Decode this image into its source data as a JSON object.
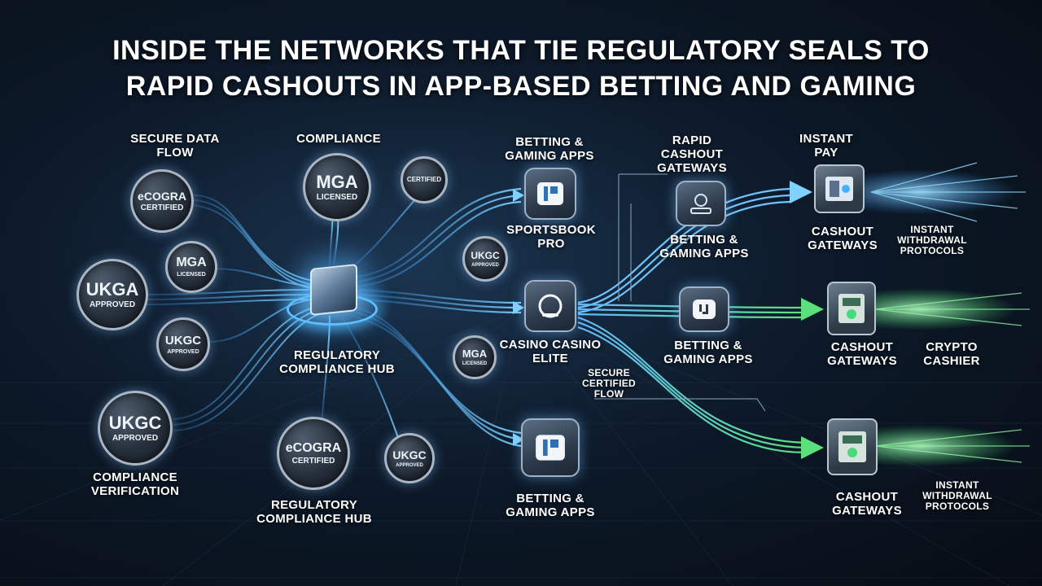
{
  "title": {
    "line1": "INSIDE THE NETWORKS THAT TIE REGULATORY SEALS TO",
    "line2": "RAPID CASHOUTS IN APP-BASED BETTING AND GAMING"
  },
  "colors": {
    "flow_blue": "#4fb8ff",
    "flow_green": "#58e07a",
    "seal_ring": "#aab6c3",
    "background": "#0d1a2a"
  },
  "seals": [
    {
      "id": "ecogra1",
      "big": "eCOGRA",
      "small": "CERTIFIED"
    },
    {
      "id": "mga1",
      "big": "MGA",
      "small": "LICENSED"
    },
    {
      "id": "certified",
      "big": "CERTIFIED",
      "small": ""
    },
    {
      "id": "mga2",
      "big": "MGA",
      "small": "LICENSED"
    },
    {
      "id": "ukga",
      "big": "UKGA",
      "small": "APPROVED"
    },
    {
      "id": "ukgc1",
      "big": "UKGC",
      "small": "APPROVED"
    },
    {
      "id": "ukgc2",
      "big": "UKGC",
      "small": "APPROVED"
    },
    {
      "id": "ukgc3",
      "big": "UKGC",
      "small": "APPROVED"
    },
    {
      "id": "mga3",
      "big": "MGA",
      "small": "LICENSED"
    },
    {
      "id": "ecogra2",
      "big": "eCOGRA",
      "small": "CERTIFIED"
    },
    {
      "id": "ukgc4",
      "big": "UKGC",
      "small": "APPROVED"
    }
  ],
  "labels": {
    "secure_data_flow": "SECURE DATA FLOW",
    "compliance": "COMPLIANCE",
    "compliance_verification": "COMPLIANCE VERIFICATION",
    "hub_center": "REGULATORY COMPLIANCE HUB",
    "hub_bottom": "REGULATORY COMPLIANCE HUB",
    "apps_top": "BETTING & GAMING APPS",
    "sportsbook": "SPORTSBOOK PRO",
    "casino": "CASINO CASINO ELITE",
    "apps_bottom": "BETTING & GAMING APPS",
    "secure_certified_flow": "SECURE CERTIFIED FLOW",
    "rapid_cashout": "RAPID CASHOUT GATEWAYS",
    "apps_mid1": "BETTING & GAMING APPS",
    "apps_mid2": "BETTING & GAMING APPS",
    "instant_pay": "INSTANT PAY",
    "gateway1": "CASHOUT GATEWAYS",
    "gateway2": "CASHOUT GATEWAYS",
    "gateway3": "CASHOUT GATEWAYS",
    "instant_withdrawal1": "INSTANT WITHDRAWAL PROTOCOLS",
    "crypto_cashier": "CRYPTO CASHIER",
    "instant_withdrawal2": "INSTANT WITHDRAWAL PROTOCOLS"
  }
}
